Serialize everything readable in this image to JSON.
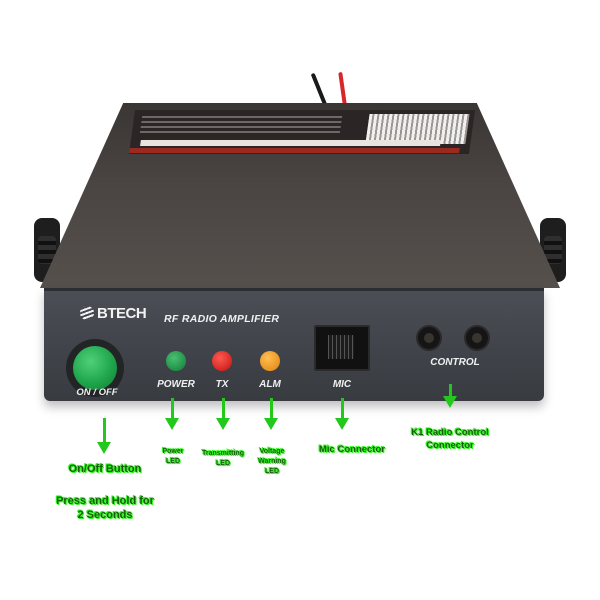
{
  "product": {
    "brand": "BTECH",
    "panel_title": "RF RADIO AMPLIFIER",
    "colors": {
      "panel": "#41454b",
      "power_button": "#1fa64c",
      "power_led": "#1a9a4a",
      "tx_led": "#e0201c",
      "alm_led": "#f29a1a",
      "annotation": "#22c91c"
    }
  },
  "panel_labels": {
    "on_off": "ON / OFF",
    "power": "POWER",
    "tx": "TX",
    "alm": "ALM",
    "mic": "MIC",
    "control": "CONTROL"
  },
  "annotations": {
    "on_off_title": "On/Off Button",
    "on_off_note_line1": "Press and Hold for",
    "on_off_note_line2": "2 Seconds",
    "power_line1": "Power",
    "power_line2": "LED",
    "tx_line1": "Transmitting",
    "tx_line2": "LED",
    "alm_line1": "Voltage",
    "alm_line2": "Warning",
    "alm_line3": "LED",
    "mic": "Mic Connector",
    "control_line1": "K1 Radio Control",
    "control_line2": "Connector"
  }
}
